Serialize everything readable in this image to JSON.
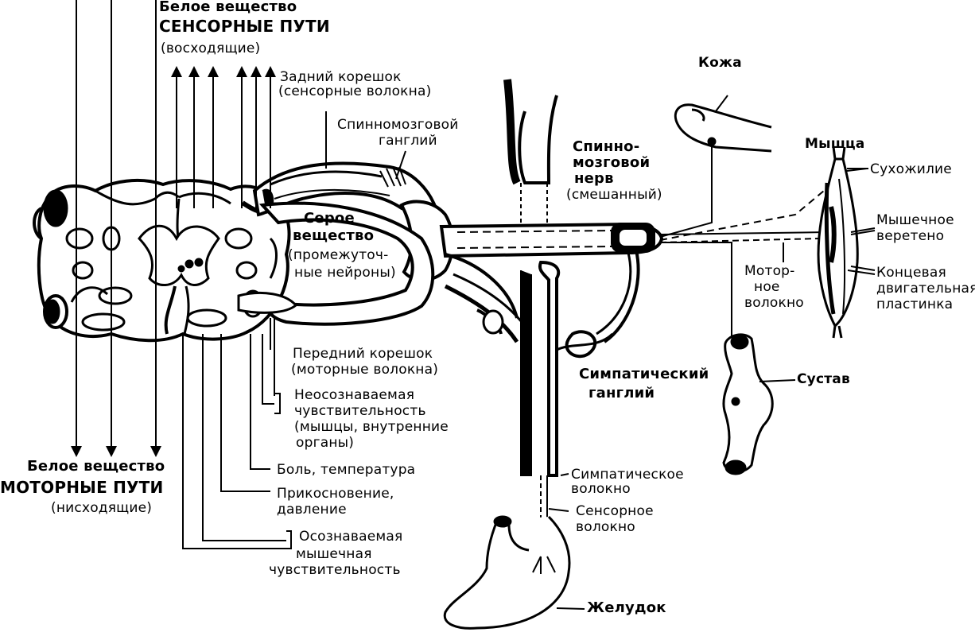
{
  "labels": {
    "white_matter_top": "Белое вещество",
    "sensory_paths": "СЕНСОРНЫЕ ПУТИ",
    "ascending": "(восходящие)",
    "dorsal_root_1": "Задний корешок",
    "dorsal_root_2": "(сенсорные волокна)",
    "ganglion_1": "Спинномозговой",
    "ganglion_2": "ганглий",
    "skin": "Кожа",
    "spinal_nerve_1": "Спинно-",
    "spinal_nerve_2": "мозговой",
    "spinal_nerve_3": "нерв",
    "spinal_nerve_4": "(смешанный)",
    "muscle": "Мышца",
    "tendon": "Сухожилие",
    "spindle_1": "Мышечное",
    "spindle_2": "веретено",
    "motor_fiber_1": "Мотор-",
    "motor_fiber_2": "ное",
    "motor_fiber_3": "волокно",
    "end_plate_1": "Концевая",
    "end_plate_2": "двигательная",
    "end_plate_3": "пластинка",
    "gray_1": "Серое",
    "gray_2": "вещество",
    "gray_3": "(промежуточ-",
    "gray_4": "ные нейроны)",
    "ventral_root_1": "Передний корешок",
    "ventral_root_2": "(моторные волокна)",
    "sympathetic_ganglion_1": "Симпатический",
    "sympathetic_ganglion_2": "ганглий",
    "joint": "Сустав",
    "unconscious_1": "Неосознаваемая",
    "unconscious_2": "чувствительность",
    "unconscious_3": "(мышцы, внутренние",
    "unconscious_4": "органы)",
    "pain": "Боль, температура",
    "touch_1": "Прикосновение,",
    "touch_2": "давление",
    "conscious_1": "Осознаваемая",
    "conscious_2": "мышечная",
    "conscious_3": "чувствительность",
    "white_matter_bottom": "Белое вещество",
    "motor_paths": "МОТОРНЫЕ ПУТИ",
    "descending": "(нисходящие)",
    "symp_fiber_1": "Симпатическое",
    "symp_fiber_2": "волокно",
    "sensory_fiber_1": "Сенсорное",
    "sensory_fiber_2": "волокно",
    "stomach": "Желудок"
  }
}
